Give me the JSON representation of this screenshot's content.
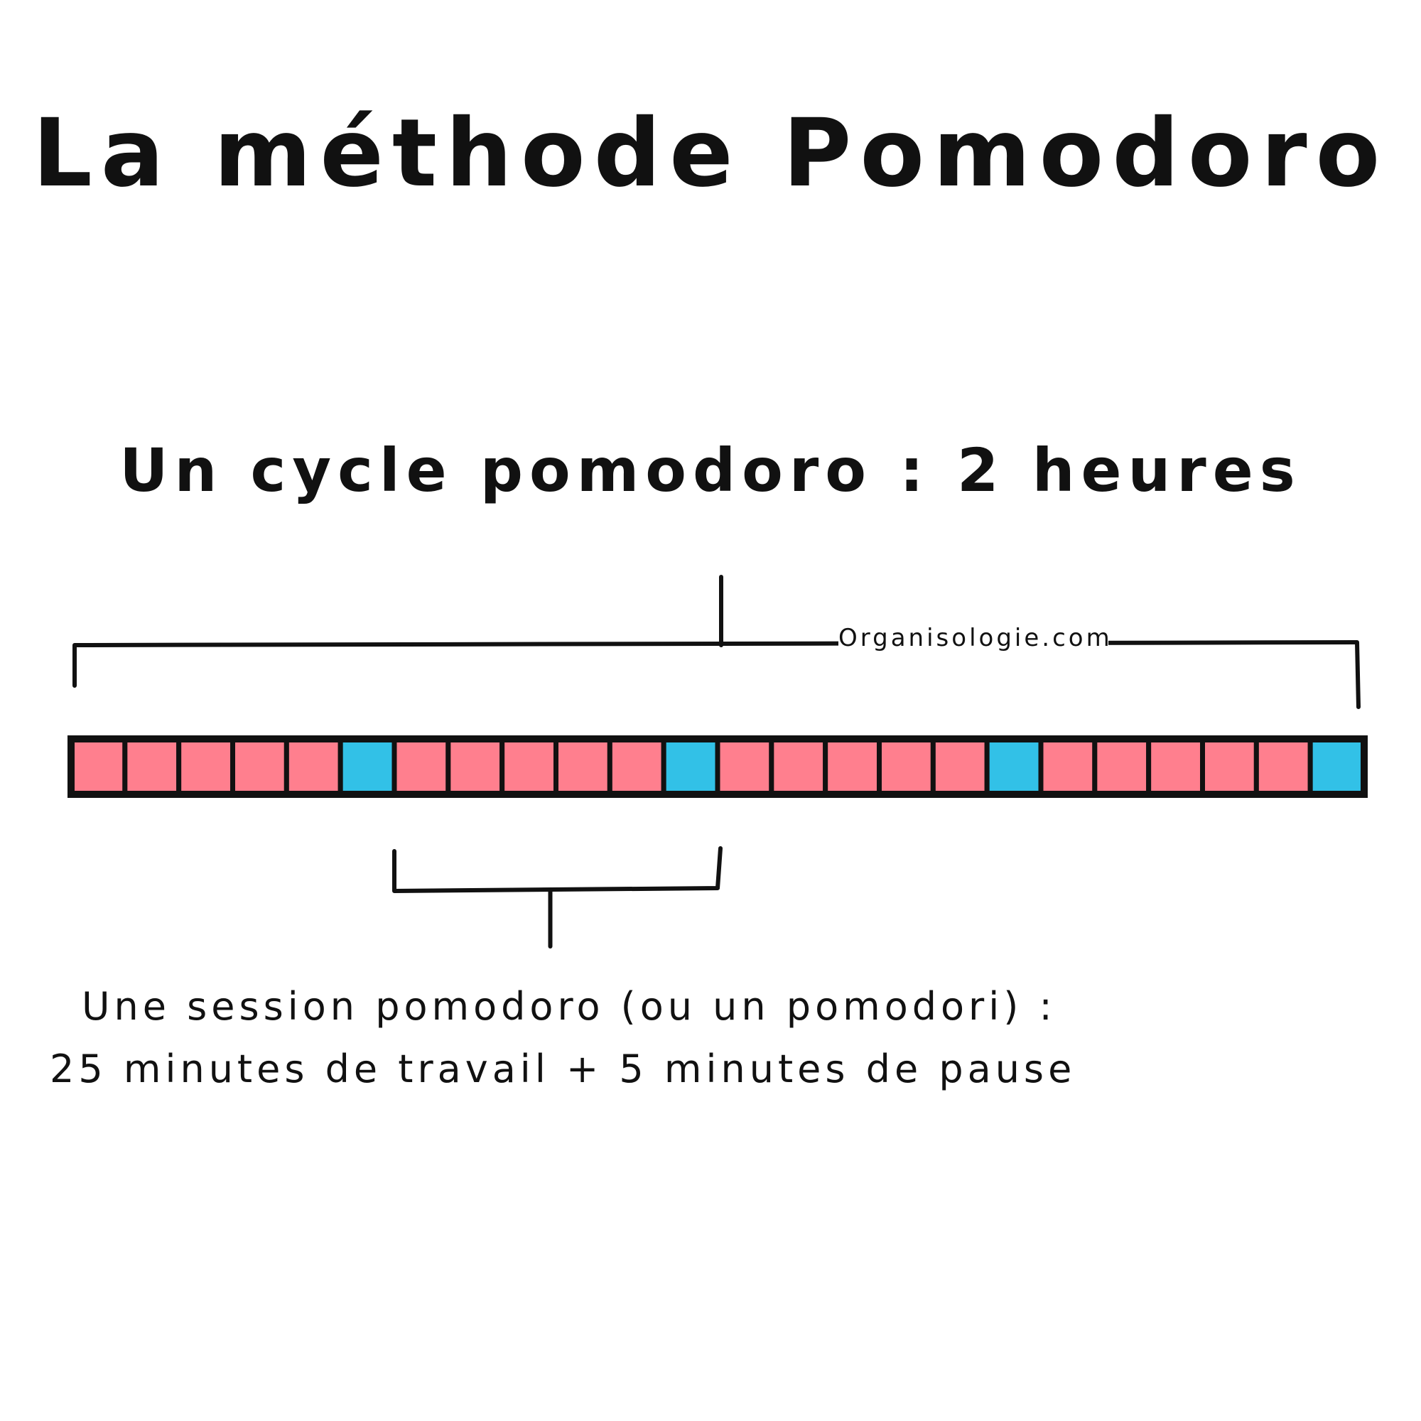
{
  "title": "La méthode Pomodoro",
  "subtitle": "Un cycle pomodoro : 2 heures",
  "watermark": "Organisologie.com",
  "description": {
    "line1": "Une session pomodoro (ou un pomodori) :",
    "line2_pre": "25 minutes de ",
    "line2_work": "travail",
    "line2_mid": " + 5 minutes de ",
    "line2_pause": "pause"
  },
  "colors": {
    "work": "#ff7f8e",
    "pause": "#32c1e7",
    "outline": "#111111"
  },
  "timeline": {
    "block_minutes": 5,
    "blocks": [
      "work",
      "work",
      "work",
      "work",
      "work",
      "pause",
      "work",
      "work",
      "work",
      "work",
      "work",
      "pause",
      "work",
      "work",
      "work",
      "work",
      "work",
      "pause",
      "work",
      "work",
      "work",
      "work",
      "work",
      "pause"
    ],
    "session_bracket_blocks": [
      6,
      11
    ]
  }
}
